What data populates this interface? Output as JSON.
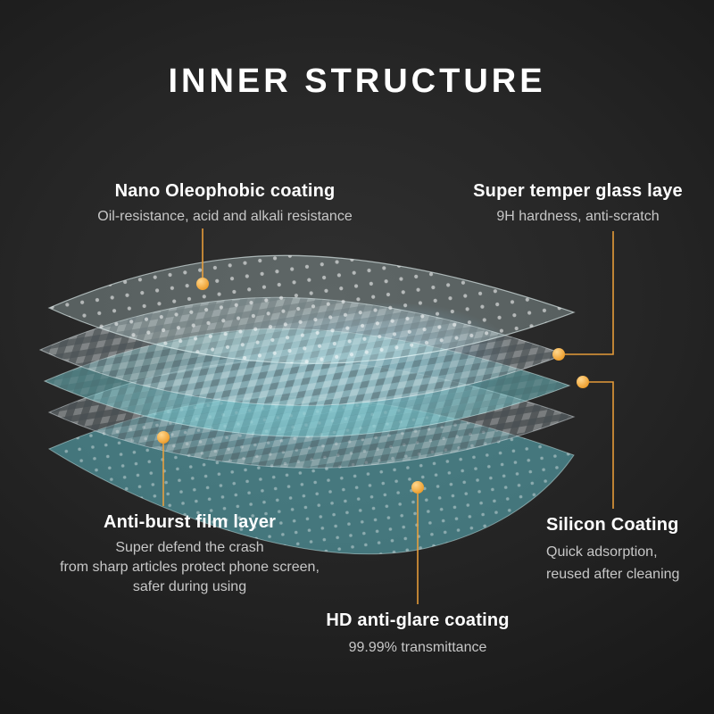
{
  "title": "INNER STRUCTURE",
  "colors": {
    "background": "#1C1C1C",
    "accent": "#EFA13A",
    "heading_text": "#FFFFFF",
    "description_text": "#C7C7C7",
    "layer_teal": "#6FC4CC",
    "layer_silver": "#9AA6AC",
    "screen_glow": "#8FD4EE"
  },
  "callouts": {
    "nano": {
      "heading": "Nano Oleophobic coating",
      "description": "Oil-resistance, acid and alkali resistance"
    },
    "temper_glass": {
      "heading": "Super temper glass laye",
      "description": "9H hardness, anti-scratch"
    },
    "anti_burst": {
      "heading": "Anti-burst film layer",
      "lines": [
        "Super defend the crash",
        "from sharp articles protect phone screen,",
        "safer during using"
      ]
    },
    "silicon": {
      "heading": "Silicon Coating",
      "lines": [
        "Quick adsorption,",
        "reused after cleaning"
      ]
    },
    "hd_anti_glare": {
      "heading": "HD anti-glare coating",
      "description": "99.99% transmittance"
    }
  }
}
